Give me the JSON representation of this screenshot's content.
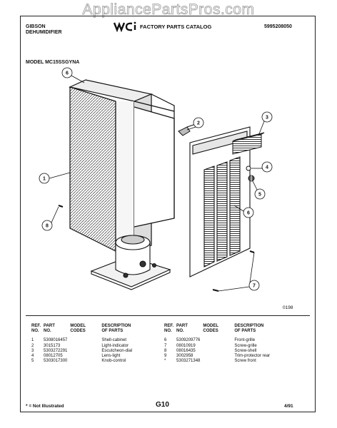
{
  "watermark": "AppliancePartsPros.com",
  "header": {
    "brand_line1": "GIBSON",
    "brand_line2": "DEHUMIDIFIER",
    "catalog": "FACTORY PARTS CATALOG",
    "catalog_number": "5995208050"
  },
  "model_label": "MODEL MC15SSGYNA",
  "diagram_code": "0198",
  "callouts": [
    "6",
    "2",
    "3",
    "4",
    "5",
    "1",
    "6",
    "8",
    "7"
  ],
  "table_headers": {
    "ref": [
      "REF.",
      "NO."
    ],
    "part": [
      "PART",
      "NO."
    ],
    "model_codes": [
      "MODEL",
      "CODES"
    ],
    "description": [
      "DESCRIPTION",
      "OF PARTS"
    ]
  },
  "parts_left": [
    {
      "ref": "1",
      "part": "5308016457",
      "codes": "",
      "desc": "Shell-cabinet"
    },
    {
      "ref": "2",
      "part": "3015173",
      "codes": "",
      "desc": "Light-indicator"
    },
    {
      "ref": "3",
      "part": "5303272291",
      "codes": "",
      "desc": "Escutcheon-dial"
    },
    {
      "ref": "4",
      "part": "08012705",
      "codes": "",
      "desc": "Lens-light"
    },
    {
      "ref": "5",
      "part": "5303017300",
      "codes": "",
      "desc": "Knob-control"
    }
  ],
  "parts_right": [
    {
      "ref": "6",
      "part": "5309209776",
      "codes": "",
      "desc": "Front-grille"
    },
    {
      "ref": "7",
      "part": "08010919",
      "codes": "",
      "desc": "Screw-grille"
    },
    {
      "ref": "8",
      "part": "08016435",
      "codes": "",
      "desc": "Screw-shell"
    },
    {
      "ref": "9",
      "part": "3002958",
      "codes": "",
      "desc": "Trim-protector rear"
    },
    {
      "ref": "*",
      "part": "5303271348",
      "codes": "",
      "desc": "Screw front"
    }
  ],
  "footer": {
    "note": "* = Not Illustrated",
    "page": "G10",
    "date": "4/91"
  }
}
